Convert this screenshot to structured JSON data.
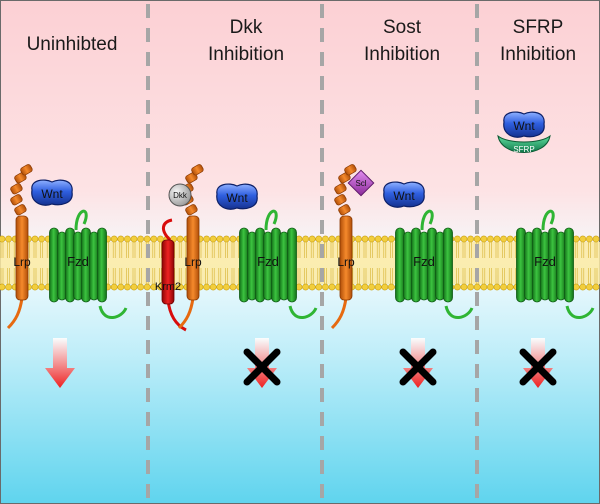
{
  "panels": [
    {
      "title_lines": [
        "Uninhibted"
      ],
      "wnt": "Wnt",
      "lrp": "Lrp",
      "fzd": "Fzd",
      "inhibitor": "",
      "blocked": false
    },
    {
      "title_lines": [
        "Dkk",
        "Inhibition"
      ],
      "wnt": "Wnt",
      "lrp": "Lrp",
      "fzd": "Fzd",
      "inhibitor": "Dkk",
      "coreceptor": "Krm2",
      "blocked": true
    },
    {
      "title_lines": [
        "Sost",
        "Inhibition"
      ],
      "wnt": "Wnt",
      "lrp": "Lrp",
      "fzd": "Fzd",
      "inhibitor": "Scl",
      "blocked": true
    },
    {
      "title_lines": [
        "SFRP",
        "Inhibition"
      ],
      "wnt": "Wnt",
      "lrp": "",
      "fzd": "Fzd",
      "inhibitor": "SFRP",
      "blocked": true
    }
  ],
  "colors": {
    "top_bg": "#fcd0d4",
    "bottom_bg": "#5fd4ee",
    "membrane": "#f2ce3c",
    "fzd": "#25a12a",
    "lrp": "#e66a10",
    "wnt": "#1f4fd8",
    "krm2": "#d80c0c",
    "dkk": "#c4c4c4",
    "scl": "#b042c0",
    "sfrp": "#1f9c5e",
    "arrow": "#ee2020",
    "cross": "#000000"
  }
}
